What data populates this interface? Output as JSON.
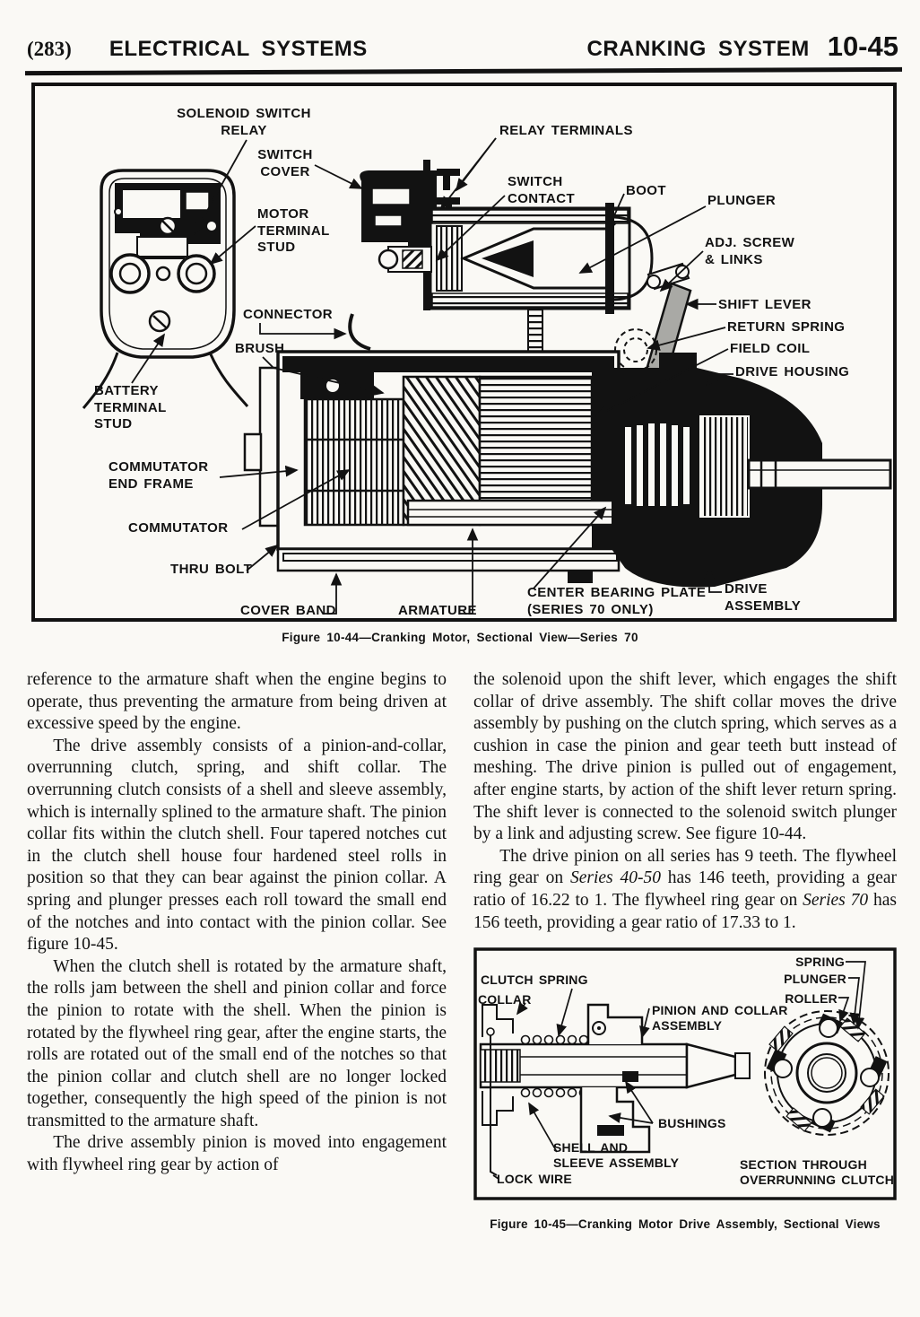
{
  "colors": {
    "ink": "#121212",
    "paper": "#faf9f5"
  },
  "header": {
    "page_number": "(283)",
    "section_title": "ELECTRICAL SYSTEMS",
    "chapter_title": "CRANKING SYSTEM",
    "page_code": "10-45"
  },
  "fig44": {
    "caption": "Figure 10-44—Cranking Motor, Sectional View—Series 70",
    "labels": {
      "solenoid_switch_relay": "SOLENOID SWITCH\nRELAY",
      "switch_cover": "SWITCH\nCOVER",
      "relay_terminals": "RELAY TERMINALS",
      "switch_contact": "SWITCH\nCONTACT",
      "boot": "BOOT",
      "plunger": "PLUNGER",
      "adj_screw_links": "ADJ. SCREW\n& LINKS",
      "shift_lever": "SHIFT LEVER",
      "return_spring": "RETURN SPRING",
      "field_coil": "FIELD COIL",
      "drive_housing": "DRIVE HOUSING",
      "motor_terminal_stud": "MOTOR\nTERMINAL\nSTUD",
      "connector": "CONNECTOR",
      "brush": "BRUSH",
      "battery_terminal_stud": "BATTERY\nTERMINAL\nSTUD",
      "commutator_end_frame": "COMMUTATOR\nEND FRAME",
      "commutator": "COMMUTATOR",
      "thru_bolt": "THRU BOLT",
      "cover_band": "COVER BAND",
      "armature": "ARMATURE",
      "center_bearing_plate": "CENTER BEARING PLATE\n(SERIES 70 ONLY)",
      "drive_assembly": "DRIVE\nASSEMBLY"
    }
  },
  "fig45": {
    "caption": "Figure 10-45—Cranking Motor Drive Assembly, Sectional Views",
    "labels": {
      "clutch_spring": "CLUTCH SPRING",
      "collar": "COLLAR",
      "pinion_and_collar_assembly": "PINION AND COLLAR\nASSEMBLY",
      "spring": "SPRING",
      "plunger": "PLUNGER",
      "roller": "ROLLER",
      "bushings": "BUSHINGS",
      "shell_and_sleeve_assembly": "SHELL AND\nSLEEVE ASSEMBLY",
      "lock_wire": "LOCK WIRE",
      "section_note": "SECTION THROUGH\nOVERRUNNING CLUTCH"
    }
  },
  "columns": {
    "left": [
      "reference to the armature shaft when the engine begins to operate, thus preventing the armature from being driven at excessive speed by the engine.",
      "The drive assembly consists of a pinion-and-collar, overrunning clutch, spring, and shift collar. The overrunning clutch consists of a shell and sleeve assembly, which is internally splined to the armature shaft. The pinion collar fits within the clutch shell. Four tapered notches cut in the clutch shell house four hardened steel rolls in position so that they can bear against the pinion collar. A spring and plunger presses each roll toward the small end of the notches and into contact with the pinion collar. See figure 10-45.",
      "When the clutch shell is rotated by the armature shaft, the rolls jam between the shell and pinion collar and force the pinion to rotate with the shell. When the pinion is rotated by the flywheel ring gear, after the engine starts, the rolls are rotated out of the small end of the notches so that the pinion collar and clutch shell are no longer locked together, consequently the high speed of the pinion is not transmitted to the armature shaft.",
      "The drive assembly pinion is moved into engagement with flywheel ring gear by action of"
    ],
    "right_intro": "the solenoid upon the shift lever, which engages the shift collar of drive assembly. The shift collar moves the drive assembly by pushing on the clutch spring, which serves as a cushion in case the pinion and gear teeth butt instead of meshing. The drive pinion is pulled out of engagement, after engine starts, by action of the shift lever return spring. The shift lever is connected to the solenoid switch plunger by a link and adjusting screw. See figure 10-44.",
    "right_gear": [
      "The drive pinion on all series has 9 teeth. The flywheel ring gear on ",
      "Series 40-50",
      " has 146 teeth, providing a gear ratio of 16.22 to 1. The flywheel ring gear on ",
      "Series 70",
      " has 156 teeth, providing a gear ratio of 17.33 to 1."
    ]
  }
}
